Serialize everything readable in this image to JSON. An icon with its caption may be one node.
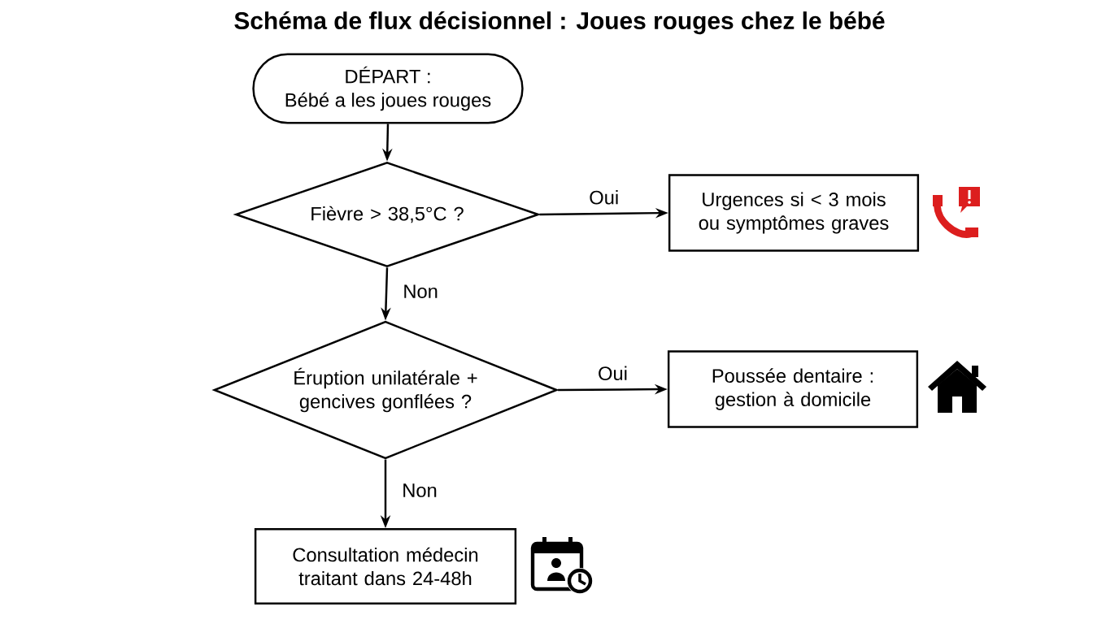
{
  "diagram": {
    "title": "Schéma de flux décisionnel : Joues rouges chez le bébé",
    "nodes": [
      {
        "text": [
          "DÉPART :",
          "Bébé a les joues rouges"
        ]
      },
      {
        "text": [
          "Fièvre > 38,5°C ?"
        ]
      },
      {
        "text": [
          "Urgences si < 3 mois ou symptômes graves"
        ]
      },
      {
        "text": [
          "Éruption unilatérale + gencives gonflées ?"
        ]
      },
      {
        "text": [
          "Poussée dentaire : gestion à domicile"
        ]
      },
      {
        "text": [
          "Consultation médecin traitant dans 24-48h"
        ]
      }
    ],
    "edges": [
      {
        "from": 0,
        "to": 1,
        "arrow": "to"
      },
      {
        "from": 1,
        "to": 2,
        "arrow": "to",
        "label": "Oui"
      },
      {
        "from": 1,
        "to": 3,
        "arrow": "to",
        "label": "Non"
      },
      {
        "from": 3,
        "to": 4,
        "arrow": "to",
        "label": "Oui"
      },
      {
        "from": 3,
        "to": 5,
        "arrow": "to",
        "label": "Non"
      }
    ]
  }
}
